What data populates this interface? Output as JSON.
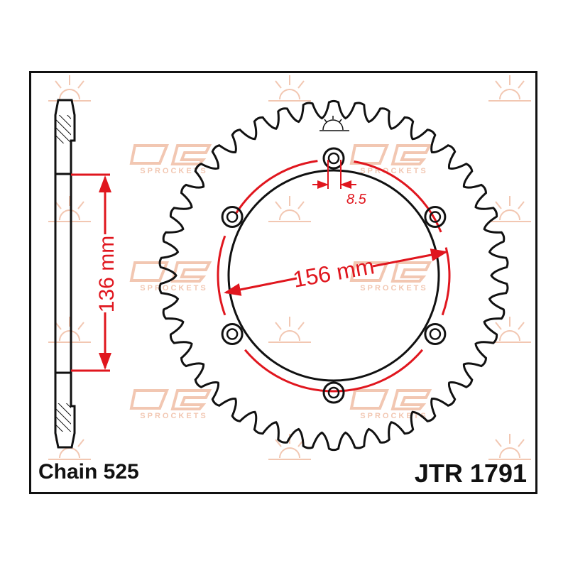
{
  "labels": {
    "chain": "Chain 525",
    "part_number": "JTR 1791",
    "bolt_circle": "156 mm",
    "center_bore": "136 mm",
    "bolt_hole": "8.5",
    "watermark": "SPROCKETS"
  },
  "colors": {
    "outline": "#111111",
    "dimension": "#e0161e",
    "watermark": "#f2c7b2"
  }
}
